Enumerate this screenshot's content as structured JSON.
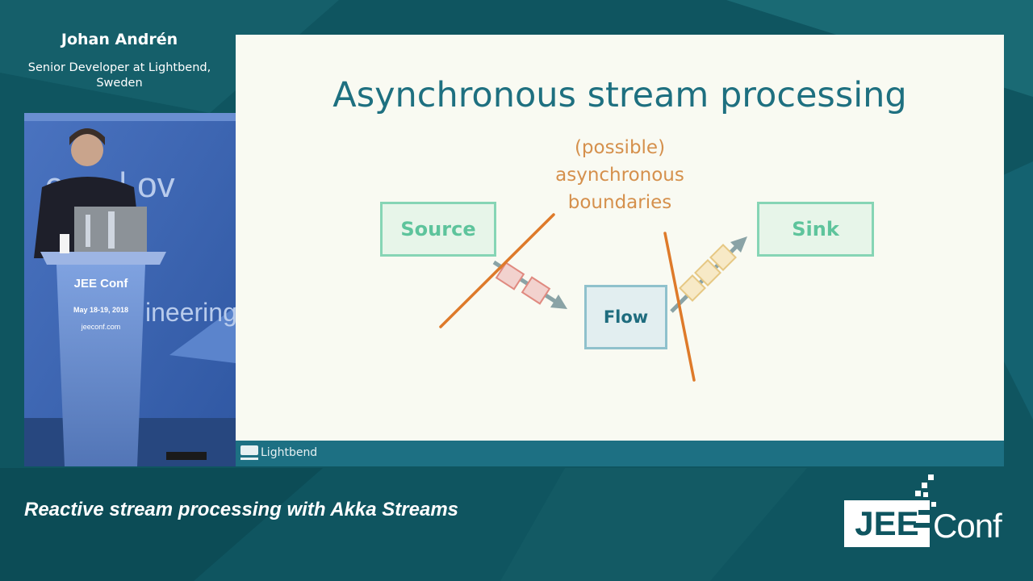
{
  "speaker": {
    "name": "Johan Andrén",
    "role": "Senior Developer at Lightbend, Sweden"
  },
  "slide": {
    "title": "Asynchronous stream processing",
    "annotation": [
      "(possible)",
      "asynchronous",
      "boundaries"
    ],
    "nodes": {
      "source": "Source",
      "flow": "Flow",
      "sink": "Sink"
    },
    "footer_brand": "Lightbend"
  },
  "podium": {
    "logo": "JEE Conf",
    "dates": "May 18-19, 2018",
    "site": "jeeconf.com",
    "backdrop_text": "ineering"
  },
  "talk_title": "Reactive stream processing with Akka Streams",
  "brand": {
    "left": "JEE",
    "right": "Conf"
  },
  "colors": {
    "background": "#0f5560",
    "slide_teal": "#1e7080",
    "annotation_orange": "#d5904c",
    "node_green": "#5ec49c",
    "footer_bar": "#1d7083"
  }
}
